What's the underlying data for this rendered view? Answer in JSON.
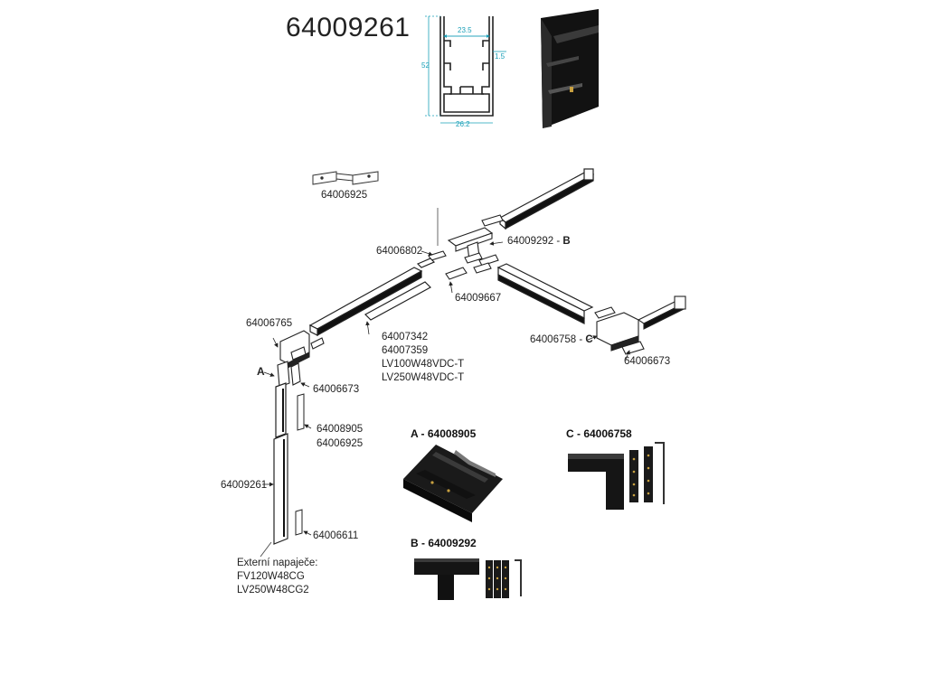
{
  "product_code": "64009261",
  "profile_dimensions": {
    "inner_width": "23.5",
    "height": "52",
    "wall": "1.5",
    "outer_width": "26.2"
  },
  "labels": {
    "top_connector": "64006925",
    "feed": "64006802",
    "t_joint": "64009292 - ",
    "t_joint_letter": "B",
    "t_sub": "64009667",
    "corner_left": "64006765",
    "module_1": "64007342",
    "module_2": "64007359",
    "module_3": "LV100W48VDC-T",
    "module_4": "LV250W48VDC-T",
    "a_marker": "A",
    "plate_a": "64006673",
    "connector_a_1": "64008905",
    "connector_a_2": "64006925",
    "rail": "64009261",
    "end_cap": "64006611",
    "ext_psu_title": "Externí napaječe:",
    "ext_psu_1": "FV120W48CG",
    "ext_psu_2": "LV250W48CG2",
    "corner_c": "64006758 - ",
    "corner_c_letter": "C",
    "plate_c": "64006673"
  },
  "details": {
    "a_title": "A - 64008905",
    "b_title": "B - 64009292",
    "c_title": "C - 64006758"
  }
}
